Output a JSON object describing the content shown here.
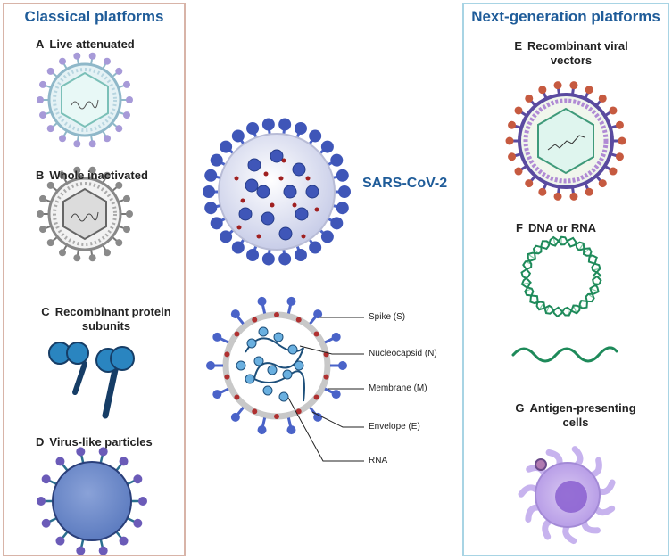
{
  "left_panel": {
    "title": "Classical platforms",
    "items": [
      {
        "letter": "A",
        "label": "Live attenuated"
      },
      {
        "letter": "B",
        "label": "Whole inactivated"
      },
      {
        "letter": "C",
        "label": "Recombinant protein subunits"
      },
      {
        "letter": "D",
        "label": "Virus-like particles"
      }
    ]
  },
  "right_panel": {
    "title": "Next-generation platforms",
    "items": [
      {
        "letter": "E",
        "label": "Recombinant viral vectors"
      },
      {
        "letter": "F",
        "label": "DNA or RNA"
      },
      {
        "letter": "G",
        "label": "Antigen-presenting cells"
      }
    ]
  },
  "center": {
    "virus_name": "SARS-CoV-2",
    "callouts": [
      "Spike (S)",
      "Nucleocapsid (N)",
      "Membrane (M)",
      "Envelope (E)",
      "RNA"
    ]
  },
  "colors": {
    "title_blue": "#1f5c99",
    "left_border": "#d8b4a8",
    "right_border": "#a8d4e4",
    "spike_blue": "#4a63c8",
    "membrane_red": "#b03030",
    "dna_green": "#1e8a5a"
  }
}
